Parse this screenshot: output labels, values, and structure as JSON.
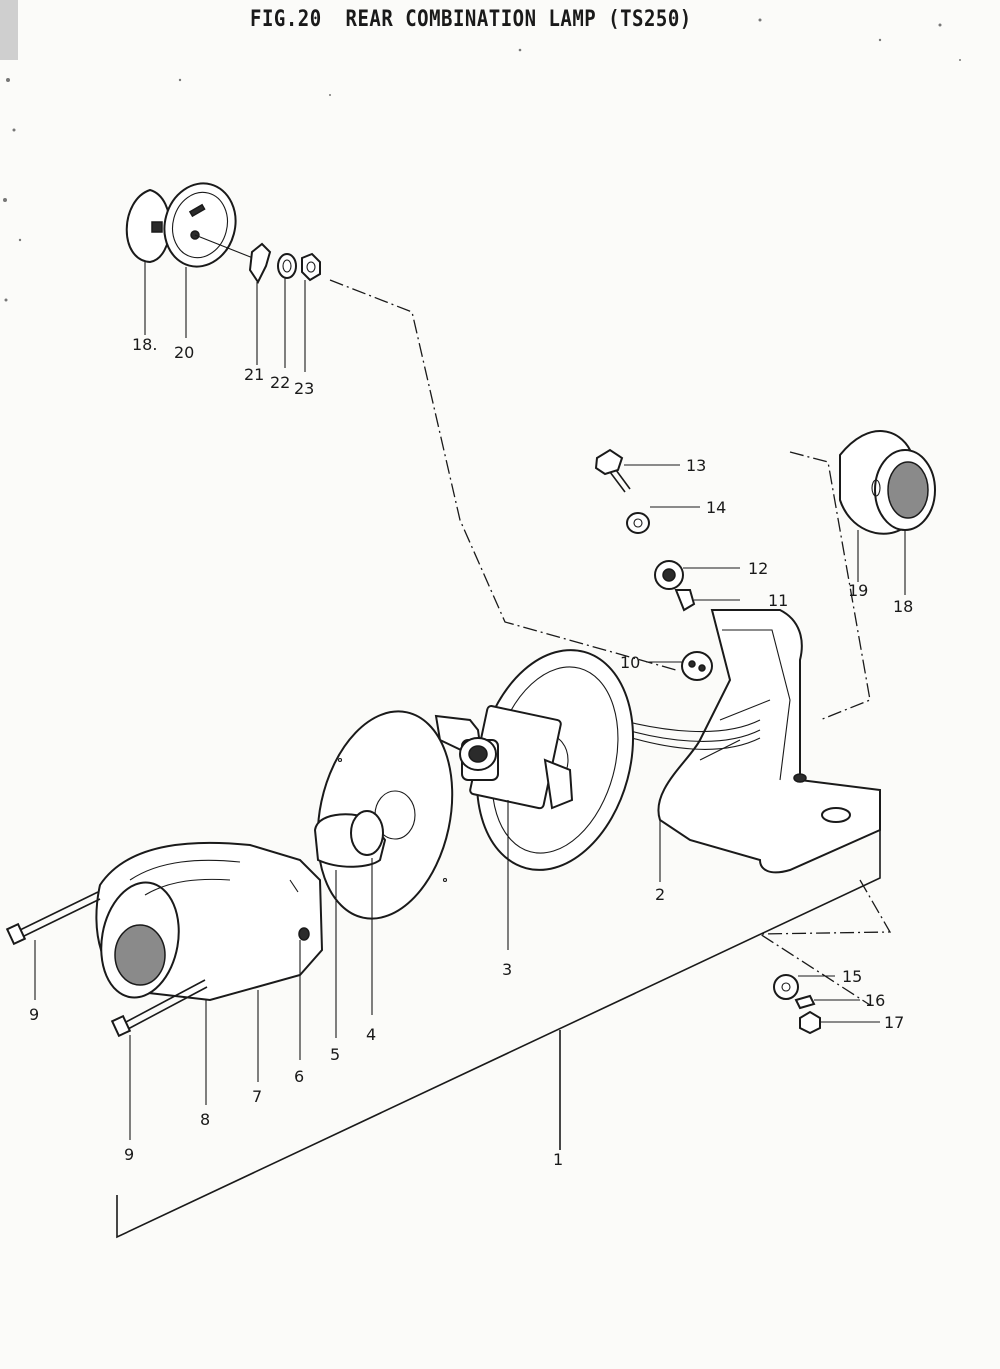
{
  "figure": {
    "title": "FIG.20  REAR COMBINATION LAMP (TS250)"
  },
  "part_labels": [
    {
      "id": "p1",
      "text": "1"
    },
    {
      "id": "p2",
      "text": "2"
    },
    {
      "id": "p3",
      "text": "3"
    },
    {
      "id": "p4",
      "text": "4"
    },
    {
      "id": "p5",
      "text": "5"
    },
    {
      "id": "p6",
      "text": "6"
    },
    {
      "id": "p7",
      "text": "7"
    },
    {
      "id": "p8",
      "text": "8"
    },
    {
      "id": "p9a",
      "text": "9"
    },
    {
      "id": "p9b",
      "text": "9"
    },
    {
      "id": "p10",
      "text": "10"
    },
    {
      "id": "p11",
      "text": "11"
    },
    {
      "id": "p12",
      "text": "12"
    },
    {
      "id": "p13",
      "text": "13"
    },
    {
      "id": "p14",
      "text": "14"
    },
    {
      "id": "p15",
      "text": "15"
    },
    {
      "id": "p16",
      "text": "16"
    },
    {
      "id": "p17",
      "text": "17"
    },
    {
      "id": "p18a",
      "text": "18."
    },
    {
      "id": "p18b",
      "text": "18"
    },
    {
      "id": "p19",
      "text": "19"
    },
    {
      "id": "p20",
      "text": "20"
    },
    {
      "id": "p21",
      "text": "21"
    },
    {
      "id": "p22",
      "text": "22"
    },
    {
      "id": "p23",
      "text": "23"
    }
  ]
}
